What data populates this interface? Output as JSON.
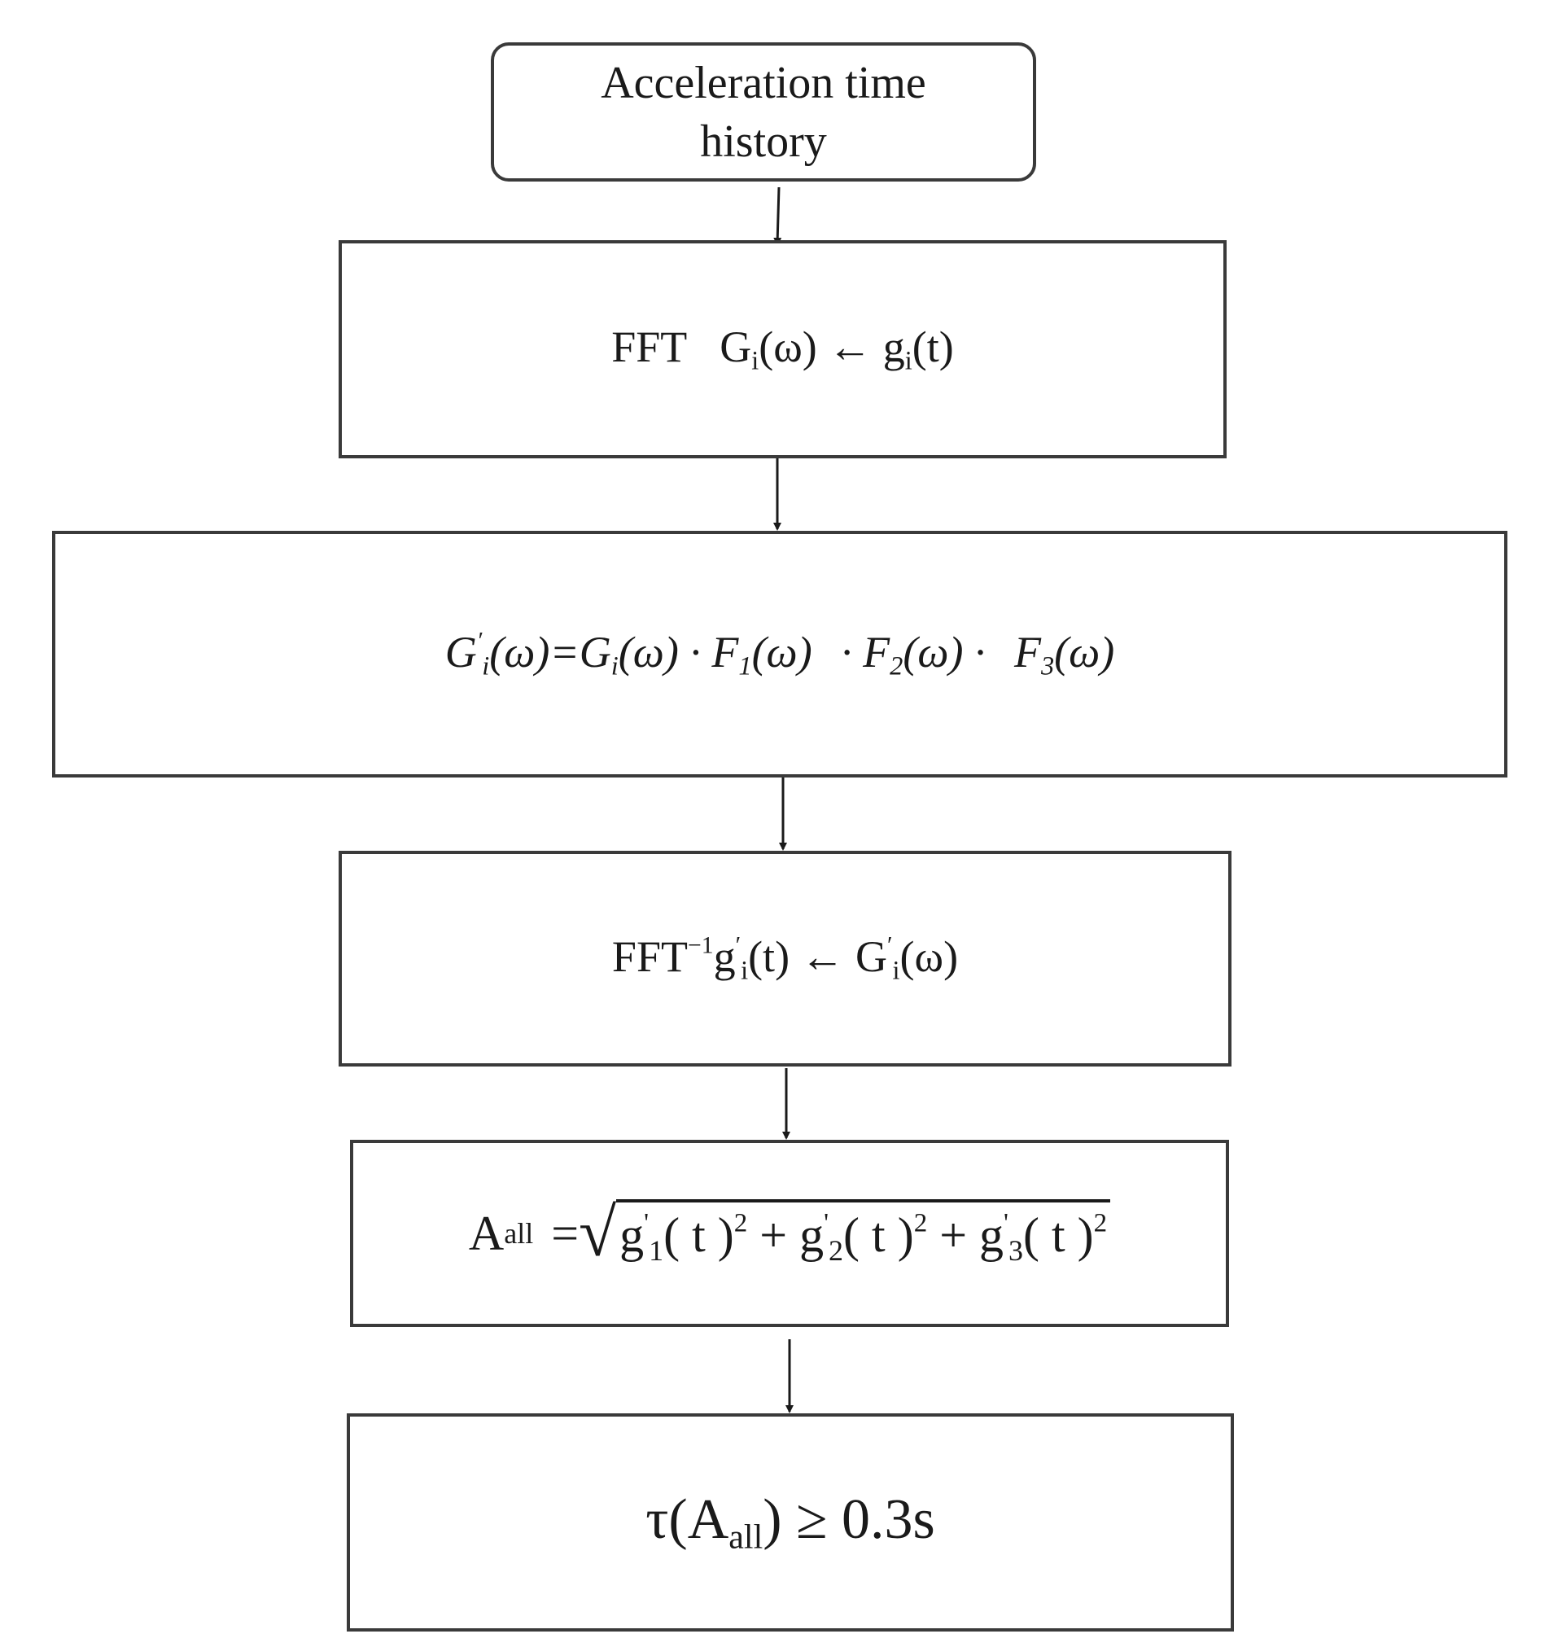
{
  "nodes": {
    "start": {
      "line1": "Acceleration time",
      "line2": "history"
    },
    "fft": {
      "prefix": "FFT",
      "lhs": "G",
      "lhs_sub": "i",
      "lhs_arg": "(ω)",
      "arrow": "←",
      "rhs": "g",
      "rhs_sub": "i",
      "rhs_arg": "(t)"
    },
    "filter": {
      "lhs": "G",
      "lhs_sub": "i",
      "lhs_prime": "′",
      "lhs_arg": "(ω)",
      "eq": "=",
      "g": "G",
      "g_sub": "i",
      "g_arg": "(ω)",
      "dot": "·",
      "f1": "F",
      "f1_sub": "1",
      "f1_arg": "(ω)",
      "f2": "F",
      "f2_sub": "2",
      "f2_arg": "(ω)",
      "f3": "F",
      "f3_sub": "3",
      "f3_arg": "(ω)"
    },
    "ifft": {
      "prefix": "FFT",
      "prefix_sup": "−1",
      "lhs": "g",
      "lhs_sub": "i",
      "lhs_prime": "′",
      "lhs_arg": "(t)",
      "arrow": "←",
      "rhs": "G",
      "rhs_sub": "i",
      "rhs_prime": "′",
      "rhs_arg": "(ω)"
    },
    "aall": {
      "lhs": "A",
      "lhs_sub": "all",
      "eq": "=",
      "terms": [
        {
          "g": "g",
          "prime": "'",
          "sub": "1",
          "arg": "( t )",
          "pow": "2"
        },
        {
          "g": "g",
          "prime": "'",
          "sub": "2",
          "arg": "( t )",
          "pow": "2"
        },
        {
          "g": "g",
          "prime": "'",
          "sub": "3",
          "arg": "( t )",
          "pow": "2"
        }
      ],
      "plus": "+"
    },
    "criterion": {
      "tau": "τ(A",
      "sub": "all",
      "close": ")",
      "rel": "≥ 0.3s"
    }
  }
}
